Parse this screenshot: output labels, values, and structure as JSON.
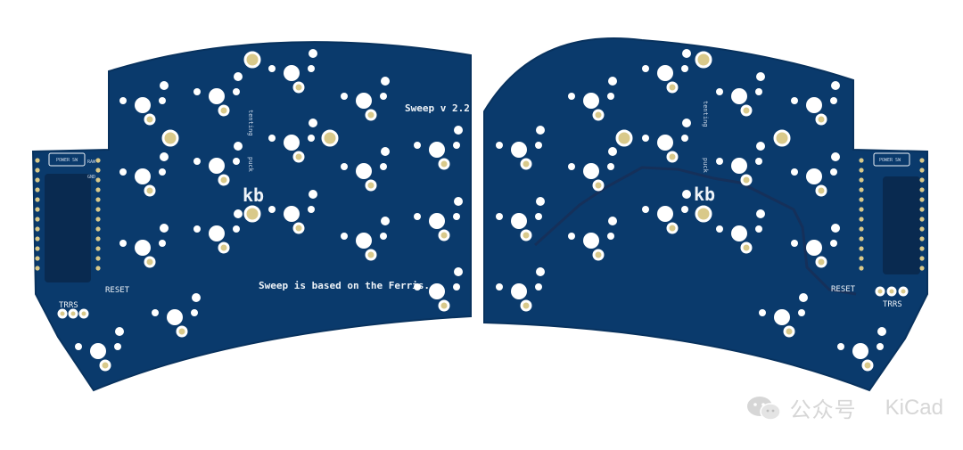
{
  "colors": {
    "board": "#0a3a6c",
    "board_edge": "#08325e",
    "plane": "#092a50",
    "trace": "#15305a",
    "pad_gold": "#d9c98a",
    "pad_white": "#ffffff",
    "silk": "#eef3f8"
  },
  "silkscreen": {
    "version": "Sweep v 2.2",
    "credit": "Sweep is based on the Ferris.",
    "logo_left": "kb",
    "logo_right": "kb",
    "reset_left": "RESET",
    "reset_right": "RESET",
    "trrs_left": "TRRS",
    "trrs_right": "TRRS",
    "tenting_left": "tenting",
    "tenting_right": "tenting",
    "puck_left": "puck",
    "puck_right": "puck",
    "power_left": "POWER SW",
    "power_right": "POWER SW",
    "pin_raw": "RAW",
    "pin_gnd": "GND"
  },
  "watermark": {
    "account": "公众号",
    "brand": "KiCad",
    "icon": "wechat-icon"
  }
}
